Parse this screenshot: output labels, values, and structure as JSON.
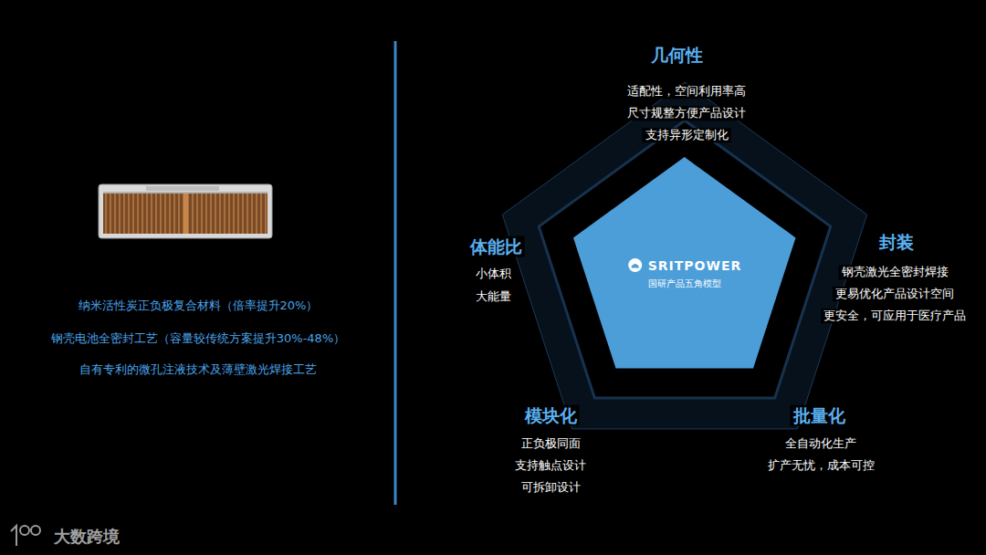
{
  "diagram": {
    "nodes": [
      {
        "text": [
          "SRITPOWER",
          "国研产品五角模型"
        ]
      }
    ],
    "labels": [
      "几何性",
      "适配性，空间利用率高",
      "尺寸规整方便产品设计",
      "支持异形定制化",
      "封装",
      "钢壳激光全密封焊接",
      "更易优化产品设计空间",
      "更安全，可应用于医疗产品",
      "批量化",
      "全自动化生产",
      "扩产无忧，成本可控",
      "模块化",
      "正负极同面",
      "支持触点设计",
      "可拆卸设计",
      "体能比",
      "小体积",
      "大能量",
      "纳米活性炭正负极复合材料（倍率提升20%）",
      "钢壳电池全密封工艺（容量较传统方案提升30%-48%）",
      "自有专利的微孔注液技术及薄壁激光焊接工艺",
      "大数跨境"
    ]
  }
}
